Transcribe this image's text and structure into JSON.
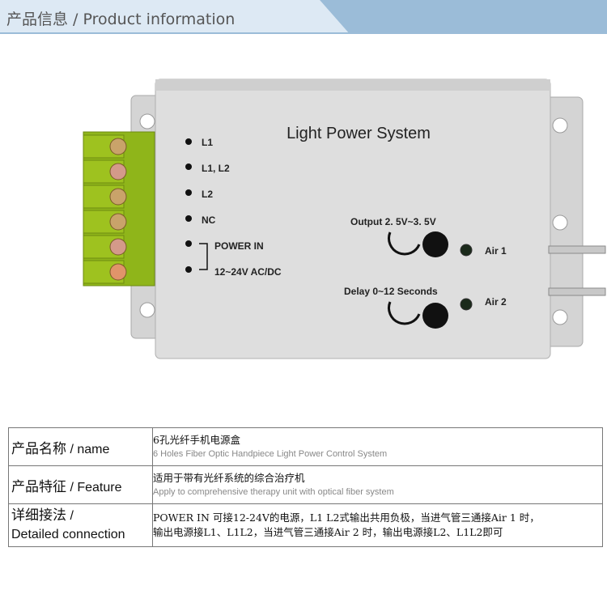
{
  "header": {
    "title": "产品信息 / Product information",
    "band_color": "#cfe0ef",
    "stripe_color": "#9bbcd8"
  },
  "device": {
    "title": "Light Power System",
    "terminal_labels": [
      "L1",
      "L1, L2",
      "L2",
      "NC"
    ],
    "power_label": "POWER IN",
    "voltage_label": "12~24V AC/DC",
    "output_label": "Output 2. 5V~3. 5V",
    "delay_label": "Delay 0~12 Seconds",
    "air1_label": "Air 1",
    "air2_label": "Air 2",
    "terminal_color": "#9ec21f",
    "case_color": "#d8d8d8"
  },
  "specs": {
    "name": {
      "label_cn": "产品名称",
      "label_en": " / name",
      "value_cn": "6孔光纤手机电源盒",
      "value_en": "6 Holes Fiber Optic Handpiece Light Power Control System"
    },
    "feature": {
      "label_cn": "产品特征",
      "label_en": " / Feature",
      "value_cn": "适用于带有光纤系统的综合治疗机",
      "value_en": "Apply to comprehensive therapy unit with optical fiber system"
    },
    "connection": {
      "label_cn": "详细接法",
      "label_cn_suffix": " /",
      "label_en": "Detailed connection",
      "value_line1": "POWER IN 可接12-24V的电源，L1 L2式输出共用负极，当进气管三通接Air 1 时，",
      "value_line2": "输出电源接L1、L1L2，当进气管三通接Air 2 时，输出电源接L2、L1L2即可"
    }
  }
}
